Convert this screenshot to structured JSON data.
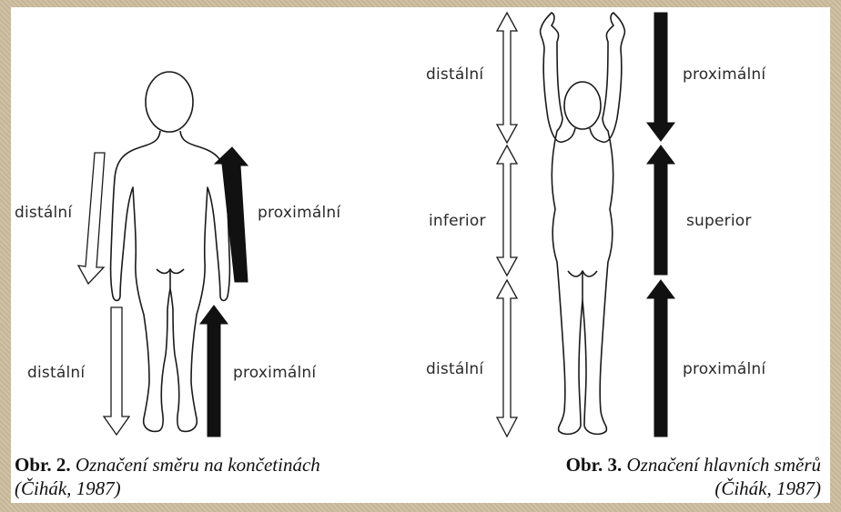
{
  "figure2": {
    "labels": {
      "arm_distal": "distální",
      "arm_proximal": "proximální",
      "leg_distal": "distální",
      "leg_proximal": "proximální"
    },
    "caption": {
      "number": "Obr. 2.",
      "title": "Označení směru na končetinách",
      "citation": "(Čihák, 1987)"
    }
  },
  "figure3": {
    "labels": {
      "arm_distal": "distální",
      "arm_proximal": "proximální",
      "trunk_inferior": "inferior",
      "trunk_superior": "superior",
      "leg_distal": "distální",
      "leg_proximal": "proximální"
    },
    "caption": {
      "number": "Obr. 3.",
      "title": "Označení hlavních směrů",
      "citation": "(Čihák, 1987)"
    }
  },
  "colors": {
    "frame": "#cdbd9f",
    "panel": "#ffffff",
    "ink": "#111111"
  }
}
